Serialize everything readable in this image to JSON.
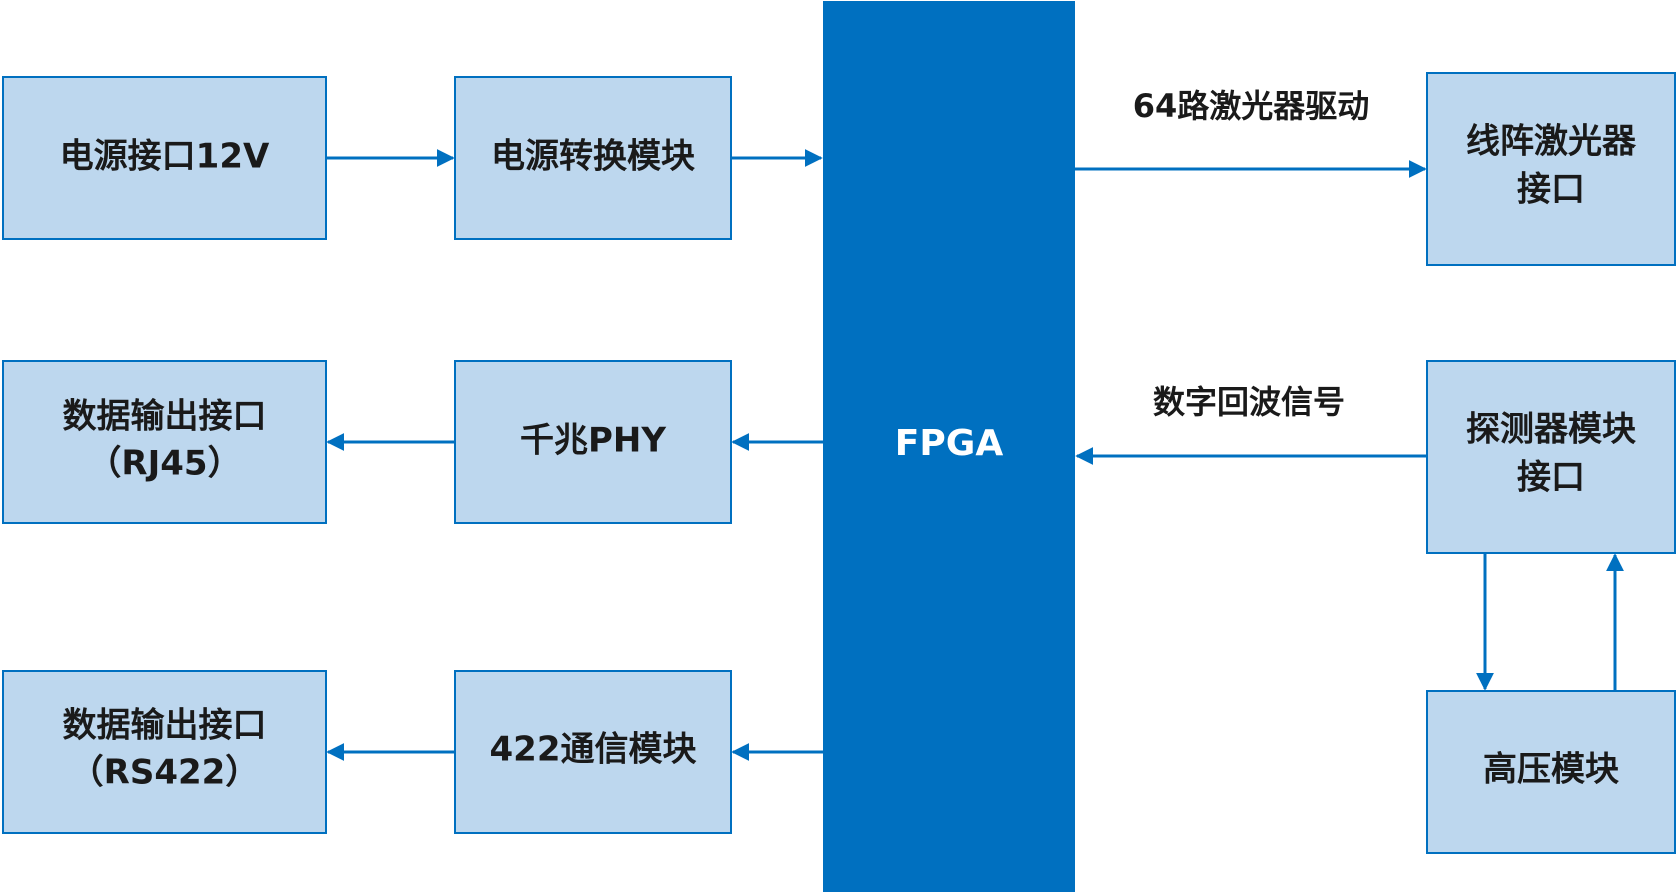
{
  "colors": {
    "box_fill": "#BDD7EE",
    "box_stroke": "#0070C0",
    "fpga_fill": "#0070C0",
    "arrow": "#0070C0"
  },
  "nodes": {
    "power_interface": {
      "lines": [
        "电源接口12V"
      ]
    },
    "power_conversion": {
      "lines": [
        "电源转换模块"
      ]
    },
    "data_output_rj45": {
      "lines": [
        "数据输出接口",
        "（RJ45）"
      ]
    },
    "gigabit_phy": {
      "lines": [
        "千兆PHY"
      ]
    },
    "data_output_rs422": {
      "lines": [
        "数据输出接口",
        "（RS422）"
      ]
    },
    "comm_422": {
      "lines": [
        "422通信模块"
      ]
    },
    "fpga": {
      "lines": [
        "FPGA"
      ]
    },
    "line_laser": {
      "lines": [
        "线阵激光器",
        "接口"
      ]
    },
    "detector": {
      "lines": [
        "探测器模块",
        "接口"
      ]
    },
    "high_voltage": {
      "lines": [
        "高压模块"
      ]
    }
  },
  "edges": {
    "laser_drive": {
      "label": "64路激光器驱动"
    },
    "echo_signal": {
      "label": "数字回波信号"
    }
  }
}
